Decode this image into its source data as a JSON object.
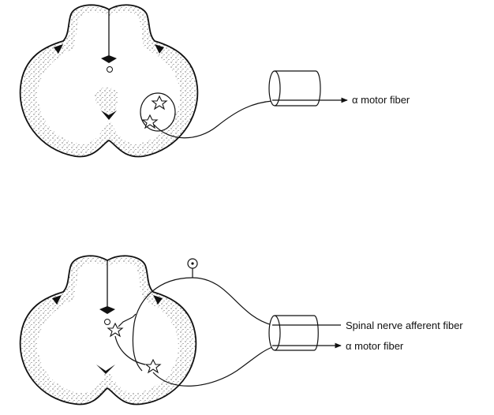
{
  "diagram": {
    "top_panel": {
      "motor_label": "α motor fiber"
    },
    "bottom_panel": {
      "afferent_label": "Spinal nerve afferent fiber",
      "motor_label": "α motor fiber"
    }
  }
}
